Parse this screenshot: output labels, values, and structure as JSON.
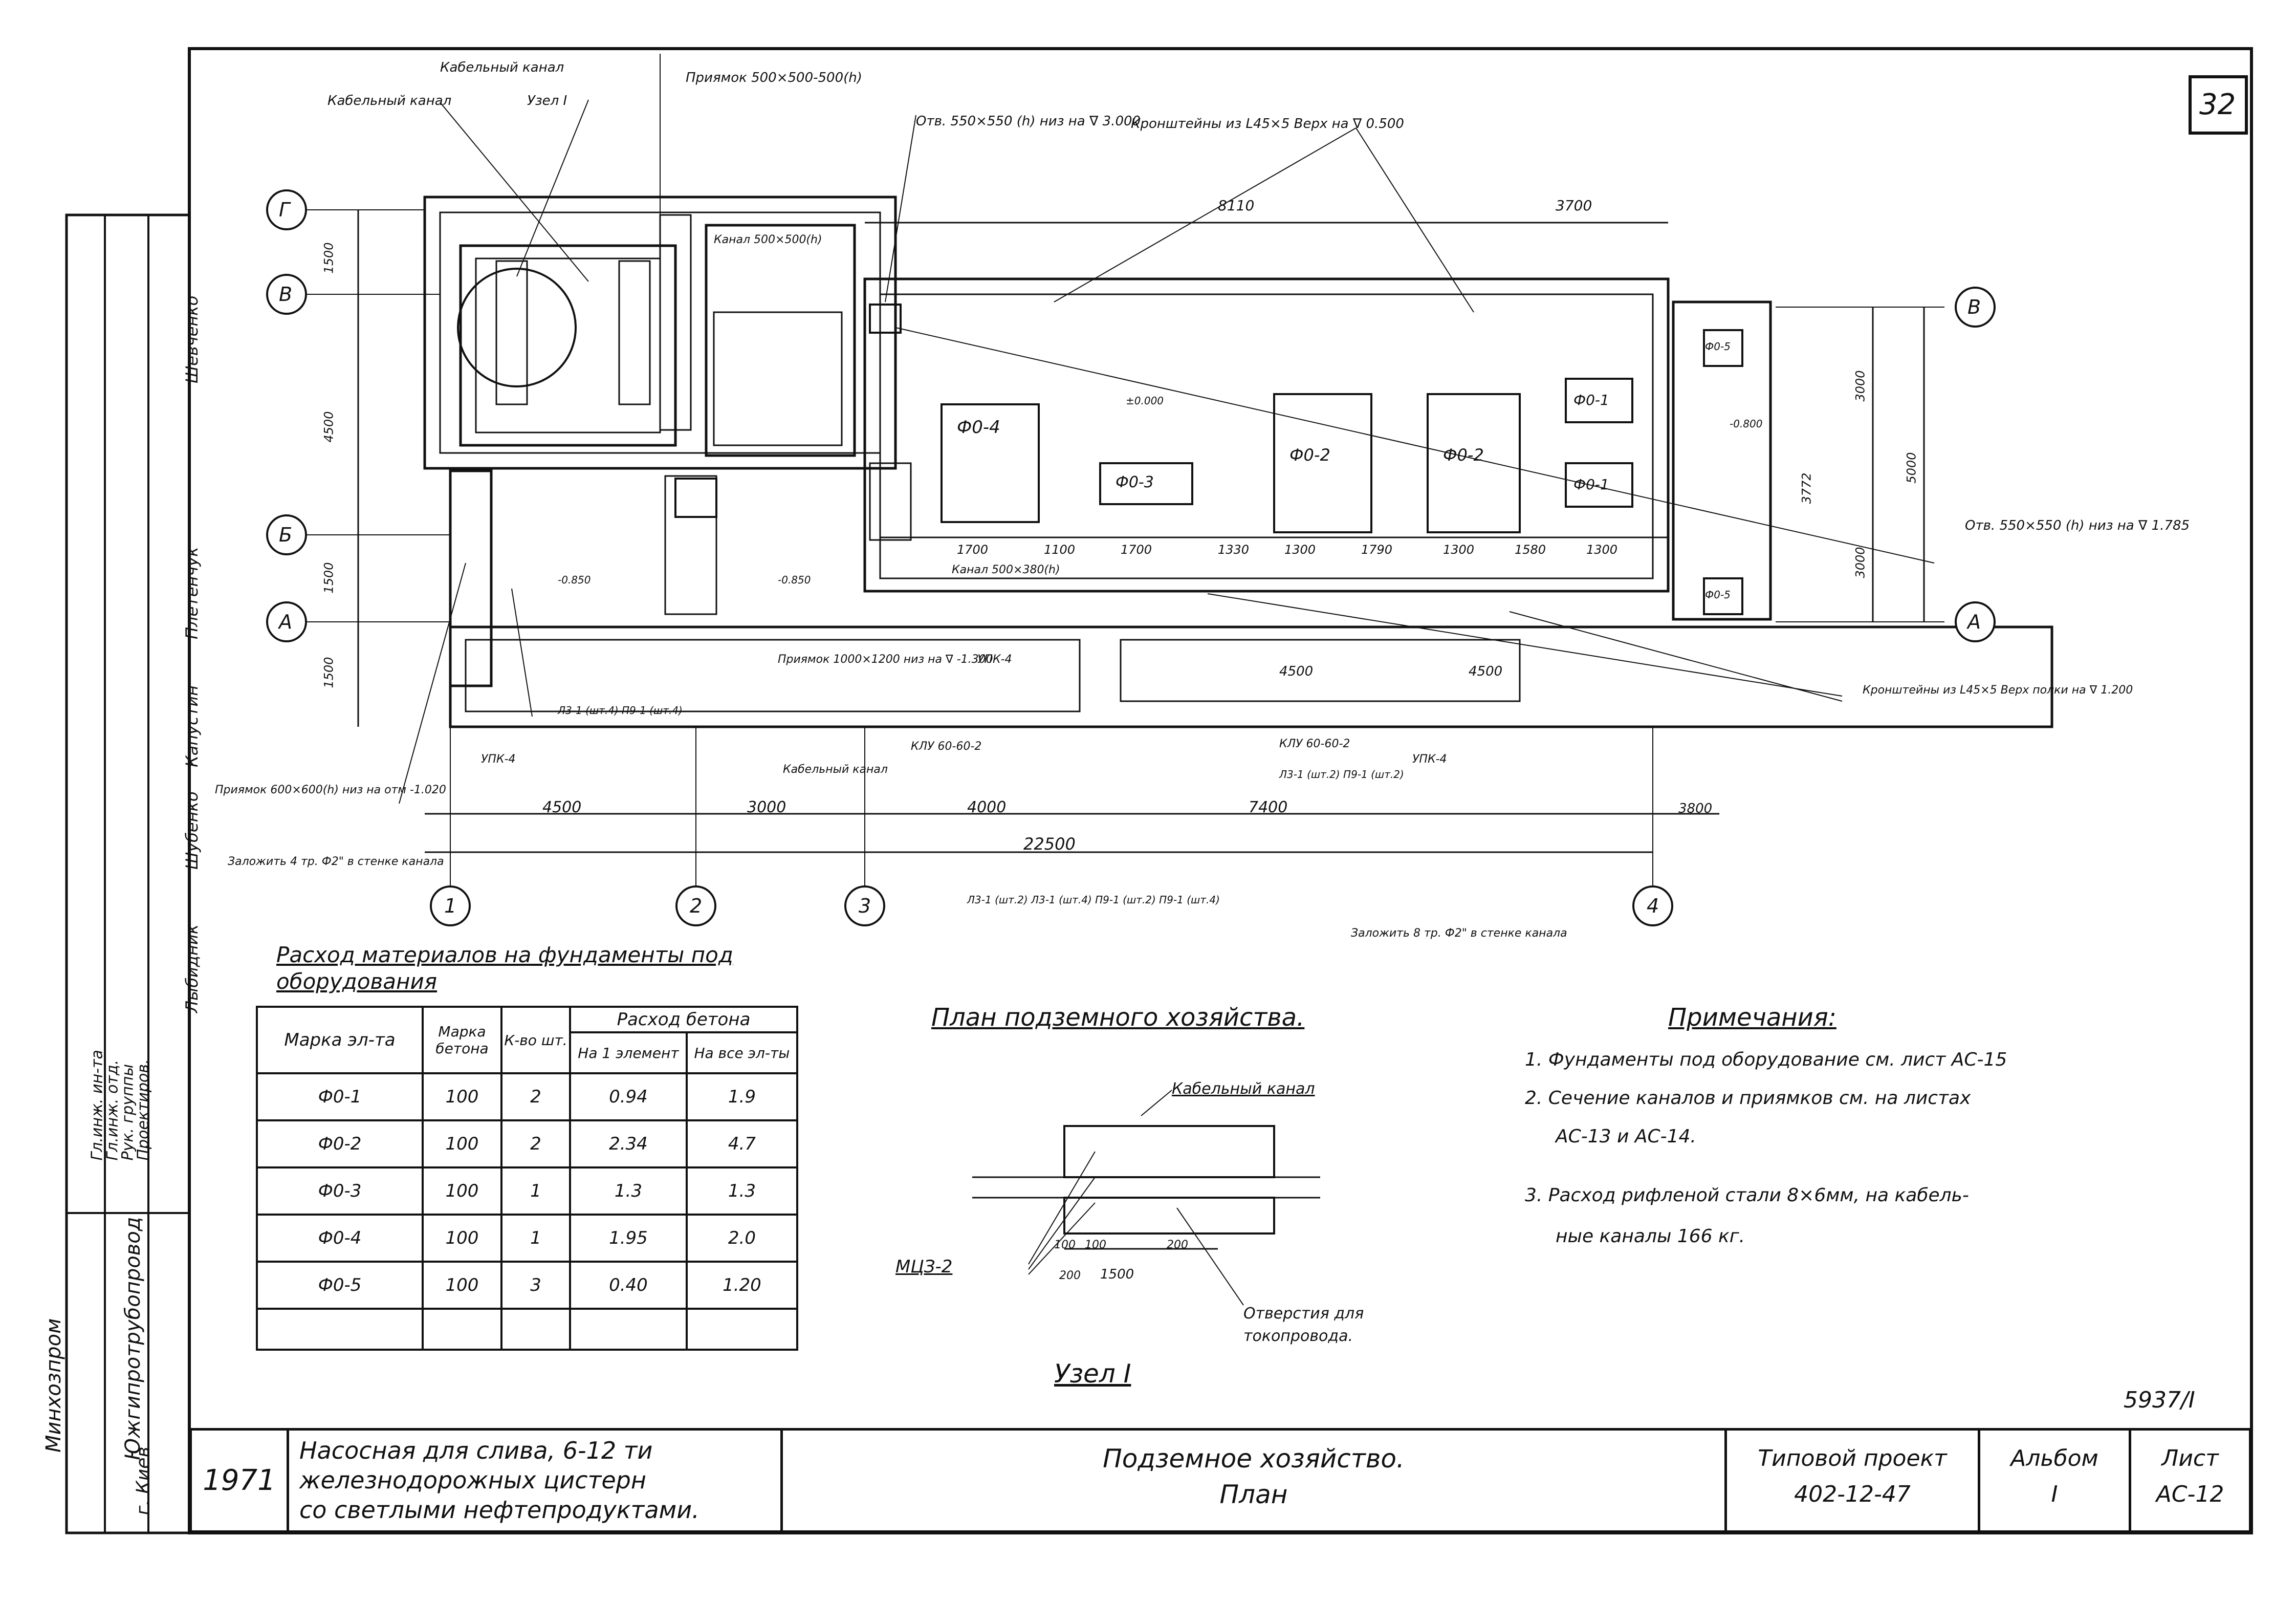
{
  "sheet_number": "32",
  "doc_code": "5937/I",
  "title_block": {
    "year": "1971",
    "project_title": [
      "Насосная для слива, 6-12 ти",
      "железнодорожных цистерн",
      "со светлыми нефтепродуктами."
    ],
    "drawing_title": [
      "Подземное хозяйство.",
      "План"
    ],
    "typical_project_label": "Типовой проект",
    "typical_project_value": "402-12-47",
    "album_label": "Альбом",
    "album_value": "I",
    "sheet_label": "Лист",
    "sheet_value": "AC-12",
    "org": [
      "Минхозпром",
      "Южгипротрубопровод",
      "г. Киев"
    ],
    "roles": [
      "Гл.инж. ин-та",
      "Гл.инж. отд.",
      "Рук. группы",
      "Проектиров."
    ],
    "names": [
      "Шевченко",
      "Плетенчук",
      "Капустин",
      "Шубенко",
      "Лыбидник"
    ]
  },
  "plan": {
    "axes_rows": [
      "Г",
      "В",
      "Б",
      "А"
    ],
    "axes_cols": [
      "1",
      "2",
      "3",
      "4"
    ],
    "dims_bottom": [
      "4500",
      "3000",
      "4000",
      "7400",
      "3800"
    ],
    "dim_total": "22500",
    "dims_top": [
      "8110",
      "3700"
    ],
    "dims_row": [
      "1700",
      "1100",
      "1700",
      "1330",
      "1300",
      "1790",
      "1300",
      "1580",
      "1300"
    ],
    "dims_left": [
      "1500",
      "4500",
      "1500",
      "1500"
    ],
    "dims_right": [
      "3000",
      "5000",
      "3000",
      "3772"
    ],
    "foundations": [
      "Ф0-4",
      "Ф0-3",
      "Ф0-2",
      "Ф0-2",
      "Ф0-1",
      "Ф0-1",
      "Ф0-5",
      "Ф0-5"
    ],
    "labels": [
      "Кабельный канал",
      "Кабельный канал",
      "Узел I",
      "Приямок 500×500-500(h)",
      "Отв. 550×550 (h) низ на ∇ 3.000",
      "Кронштейны из L45×5 Верх на ∇ 0.500",
      "Канал 500×500(h)",
      "Канал 500×380(h)",
      "Приямок 1000×1200 низ на ∇ -1.300",
      "УПК-4",
      "УПК-4",
      "УПК-4",
      "Кабельный канал",
      "КЛУ 60-60-2",
      "КЛУ 60-60-2",
      "Л3-1 (шт.4) П9-1 (шт.4)",
      "Л3-1 (шт.2) П9-1 (шт.2)",
      "Л3-1 (шт.2) Л3-1 (шт.4) П9-1 (шт.2) П9-1 (шт.4)",
      "Приямок 600×600(h) низ на отм -1.020",
      "Заложить 4 тр. Ф2\" в стенке канала",
      "Заложить 8 тр. Ф2\" в стенке канала",
      "Кронштейны из L45×5 Верх полки на ∇ 1.200",
      "Отв. 550×550 (h) низ на ∇ 1.785",
      "±0.000",
      "-0.850",
      "-0.850",
      "-0.800",
      "4500",
      "4500"
    ]
  },
  "materials_table": {
    "title": "Расход материалов на фундаменты под оборудования",
    "headers": [
      "Марка эл-та",
      "Марка бетона",
      "К-во шт.",
      "Расход бетона",
      "На 1 элемент",
      "На все эл-ты"
    ],
    "rows": [
      [
        "Ф0-1",
        "100",
        "2",
        "0.94",
        "1.9"
      ],
      [
        "Ф0-2",
        "100",
        "2",
        "2.34",
        "4.7"
      ],
      [
        "Ф0-3",
        "100",
        "1",
        "1.3",
        "1.3"
      ],
      [
        "Ф0-4",
        "100",
        "1",
        "1.95",
        "2.0"
      ],
      [
        "Ф0-5",
        "100",
        "3",
        "0.40",
        "1.20"
      ],
      [
        "",
        "",
        "",
        "",
        ""
      ]
    ]
  },
  "plan_title": "План подземного хозяйства.",
  "node": {
    "title": "Узел I",
    "cable_label": "Кабельный канал",
    "mcz_label": "МЦЗ-2",
    "holes_label": "Отверстия для токопровода.",
    "dims": [
      "1500",
      "200",
      "200",
      "100",
      "100"
    ]
  },
  "notes": {
    "title": "Примечания:",
    "items": [
      "1. Фундаменты под оборудование см. лист АС-15",
      "2. Сечение каналов и приямков см. на листах",
      "АС-13 и АС-14.",
      "3. Расход рифленой стали 8×6мм, на кабель-",
      "ные каналы 166 кг."
    ]
  }
}
